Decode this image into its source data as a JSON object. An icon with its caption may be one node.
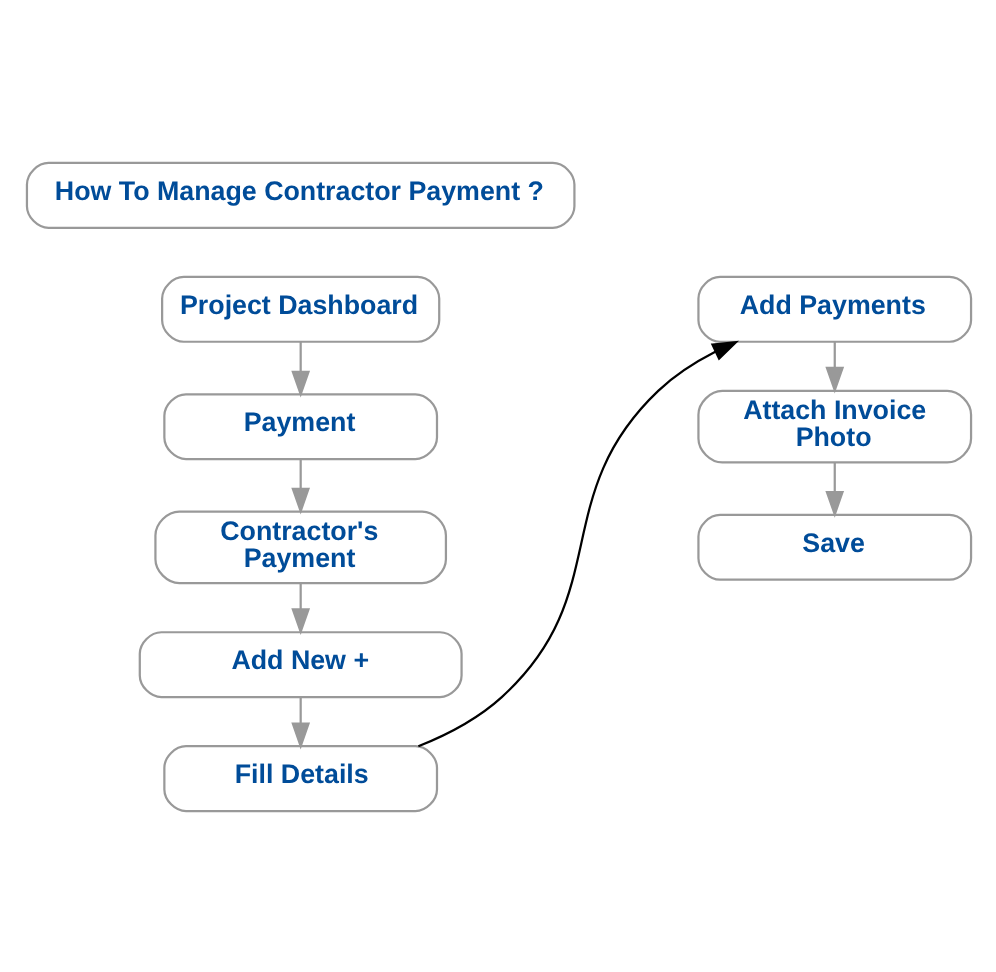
{
  "diagram": {
    "nodes": [
      {
        "text": [
          "How To Manage Contractor Payment ?"
        ]
      },
      {
        "text": [
          "Project Dashboard"
        ]
      },
      {
        "text": [
          "Payment"
        ]
      },
      {
        "text": [
          "Contractor's Payment"
        ]
      },
      {
        "text": [
          "Add New +"
        ]
      },
      {
        "text": [
          "Fill Details"
        ]
      },
      {
        "text": [
          "Add Payments"
        ]
      },
      {
        "text": [
          "Attach Invoice Photo"
        ]
      },
      {
        "text": [
          "Save"
        ]
      }
    ],
    "edges": [
      {
        "from": 1,
        "to": 2,
        "arrow": "to"
      },
      {
        "from": 2,
        "to": 3,
        "arrow": "to"
      },
      {
        "from": 3,
        "to": 4,
        "arrow": "to"
      },
      {
        "from": 4,
        "to": 5,
        "arrow": "to"
      },
      {
        "from": 5,
        "to": 6,
        "arrow": "to",
        "color": "#000000"
      },
      {
        "from": 6,
        "to": 7,
        "arrow": "to"
      },
      {
        "from": 7,
        "to": 8,
        "arrow": "to"
      }
    ]
  }
}
